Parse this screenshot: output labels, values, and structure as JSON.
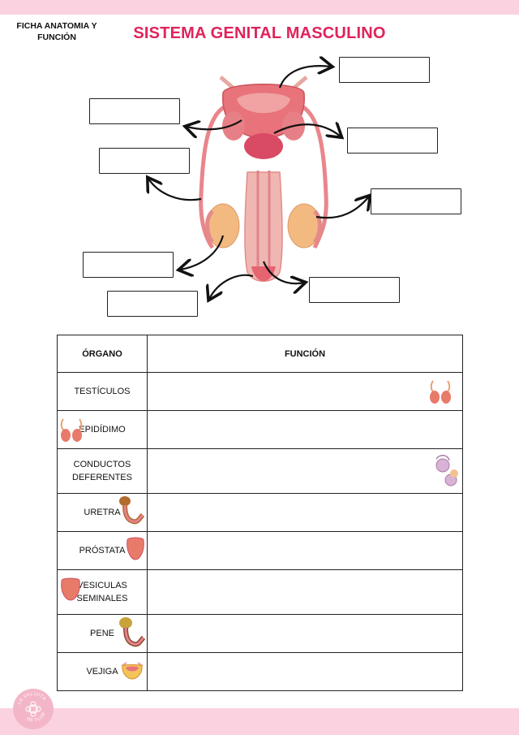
{
  "header": {
    "sheet_label_line1": "FICHA ANATOMIA Y",
    "sheet_label_line2": "FUNCIÓN",
    "title": "SISTEMA GENITAL MASCULINO"
  },
  "colors": {
    "title": "#e0235a",
    "band": "#fbd3e0",
    "organ_pink": "#e86f78",
    "testicle": "#f2b980"
  },
  "table": {
    "header_organ": "ÓRGANO",
    "header_function": "FUNCIÓN",
    "rows": [
      {
        "organ_line1": "TESTÍCULOS",
        "organ_line2": "",
        "icon": "testicles-icon"
      },
      {
        "organ_line1": "EPIDÍDIMO",
        "organ_line2": "",
        "icon": "epididymis-icon"
      },
      {
        "organ_line1": "CONDUCTOS",
        "organ_line2": "DEFERENTES",
        "icon": "vas-deferens-icon"
      },
      {
        "organ_line1": "URETRA",
        "organ_line2": "",
        "icon": "urethra-icon"
      },
      {
        "organ_line1": "PRÓSTATA",
        "organ_line2": "",
        "icon": "prostate-icon"
      },
      {
        "organ_line1": "VESICULAS",
        "organ_line2": "SEMINALES",
        "icon": "seminal-vesicles-icon"
      },
      {
        "organ_line1": "PENE",
        "organ_line2": "",
        "icon": "penis-icon"
      },
      {
        "organ_line1": "VEJIGA",
        "organ_line2": "",
        "icon": "bladder-icon"
      }
    ]
  },
  "footer": {
    "badge_text": "LA VALIJITA DE FLOR"
  }
}
